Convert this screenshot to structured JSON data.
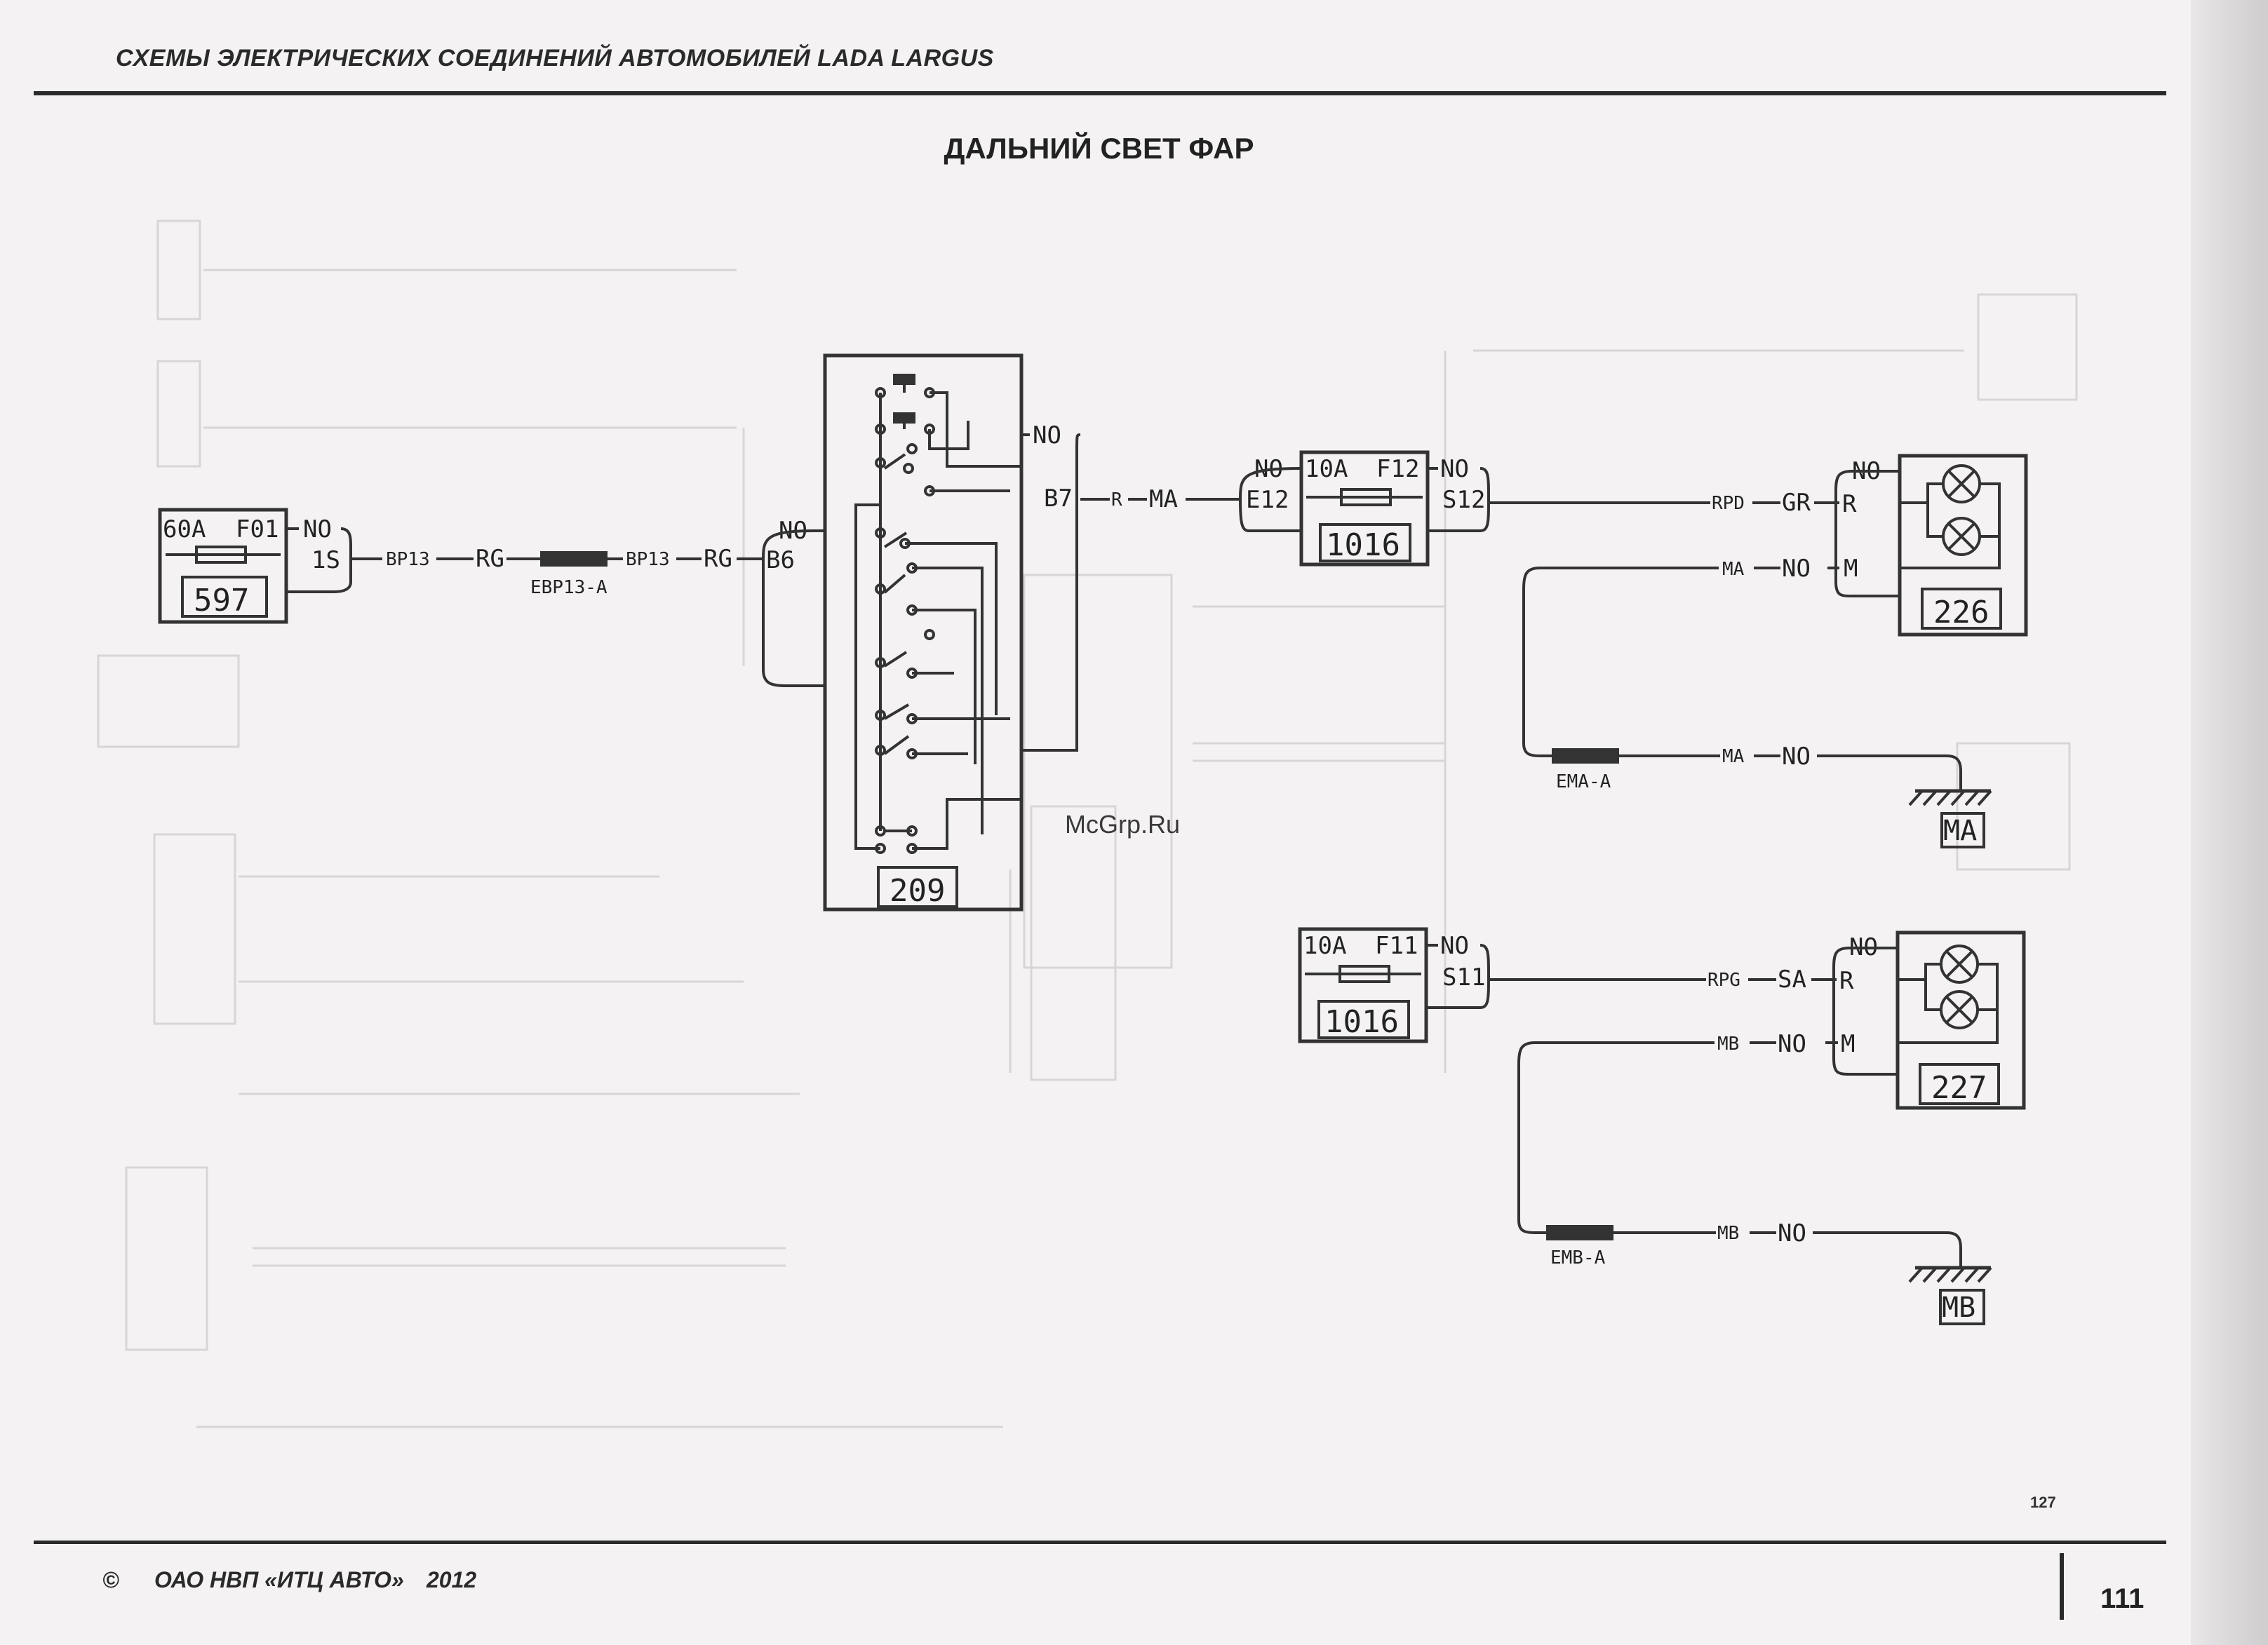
{
  "header": {
    "running_title": "СХЕМЫ ЭЛЕКТРИЧЕСКИХ СОЕДИНЕНИЙ АВТОМОБИЛЕЙ LADA LARGUS",
    "diagram_title": "ДАЛЬНИЙ СВЕТ ФАР"
  },
  "footer": {
    "copyright": "©",
    "publisher": "ОАО НВП «ИТЦ АВТО»",
    "year": "2012",
    "page_number": "111",
    "source_page": "127"
  },
  "watermark": "McGrp.Ru",
  "diagram": {
    "fuse_f01": {
      "rating": "60A",
      "name": "F01",
      "block": "597",
      "pin": "1S",
      "pin_no": "NO"
    },
    "wire_bp13_1": "BP13",
    "wire_rg_1": "RG",
    "connector_ebp13": "EBP13-A",
    "wire_bp13_2": "BP13",
    "wire_rg_2": "RG",
    "switch_209": {
      "block": "209",
      "pin_in": "B6",
      "pin_in_no": "NO",
      "pin_out": "B7",
      "pin_out_no": "NO"
    },
    "wire_r": "R",
    "wire_ma": "MA",
    "fuse_f12": {
      "rating": "10A",
      "name": "F12",
      "block": "1016",
      "pin_in": "E12",
      "pin_out": "S12",
      "no_left": "NO",
      "no_right": "NO"
    },
    "fuse_f11": {
      "rating": "10A",
      "name": "F11",
      "block": "1016",
      "pin_out": "S11",
      "no_right": "NO"
    },
    "headlight_226": {
      "block": "226",
      "pin_r": "R",
      "pin_m": "M",
      "pin_no": "NO",
      "wire_rpd": "RPD",
      "wire_gr": "GR",
      "wire_ma": "MA",
      "wire_no": "NO"
    },
    "headlight_227": {
      "block": "227",
      "pin_r": "R",
      "pin_m": "M",
      "pin_no": "NO",
      "wire_rpg": "RPG",
      "wire_sa": "SA",
      "wire_mb": "MB",
      "wire_no": "NO"
    },
    "ground_ma": {
      "connector": "EMA-A",
      "wire": "MA",
      "wire_no": "NO",
      "label": "MA"
    },
    "ground_mb": {
      "connector": "EMB-A",
      "wire": "MB",
      "wire_no": "NO",
      "label": "MB"
    }
  }
}
